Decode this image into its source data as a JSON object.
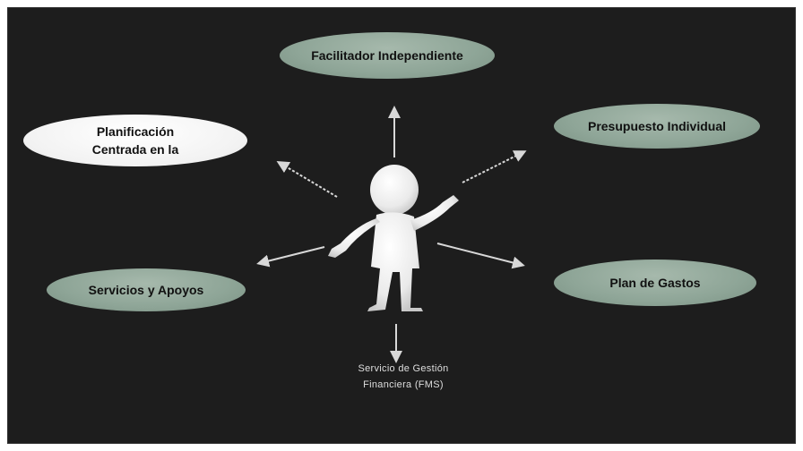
{
  "diagram": {
    "nodes": {
      "top": "Facilitador Independiente",
      "top_left": [
        "Planificación",
        "Centrada en la"
      ],
      "top_right": "Presupuesto Individual",
      "bottom_left": "Servicios y Apoyos",
      "bottom_right": "Plan de Gastos"
    },
    "bottom_label": [
      "Servicio de Gestión",
      "Financiera (FMS)"
    ],
    "colors": {
      "background": "#1d1d1d",
      "node_fill": "#8ea597",
      "highlight_node_fill": "#f2f2f2",
      "arrow": "#d8d8d8",
      "figure": "#f2f2f2"
    },
    "central_figure_icon": "person-presenting-icon"
  }
}
